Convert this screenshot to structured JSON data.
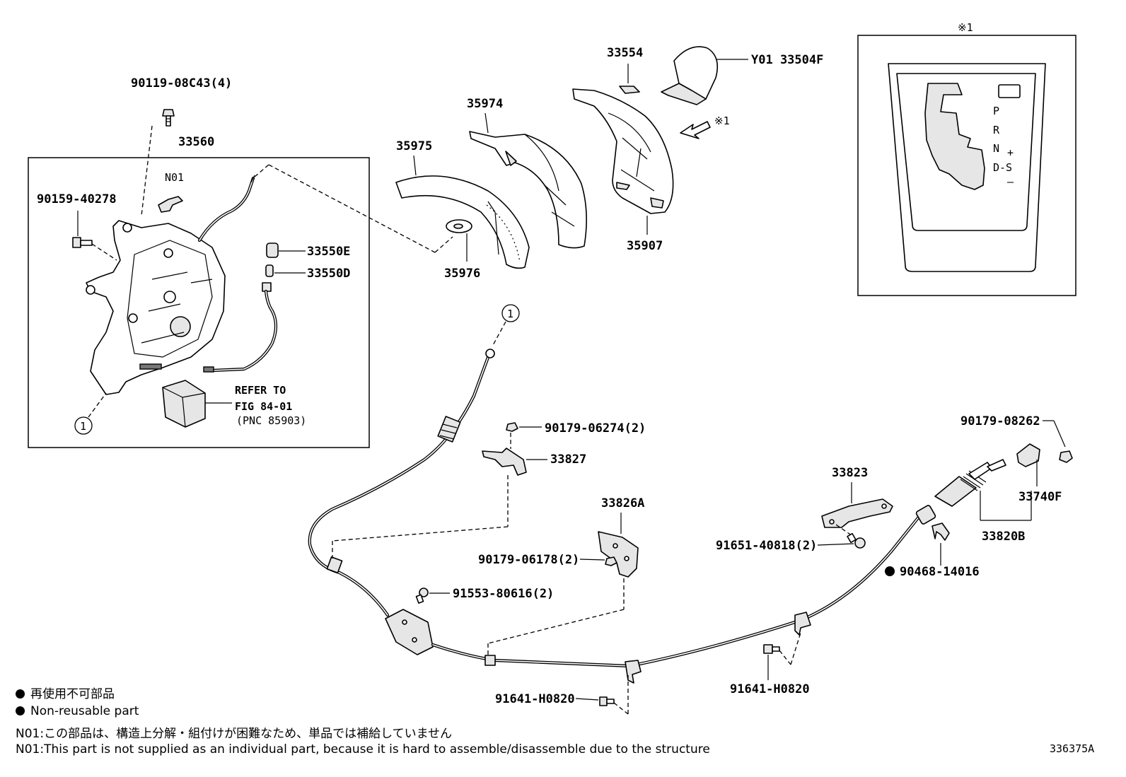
{
  "labels": {
    "p90119": "90119-08C43(4)",
    "p33560": "33560",
    "pN01": "N01",
    "p90159": "90159-40278",
    "p33550E": "33550E",
    "p33550D": "33550D",
    "refer1": "REFER TO",
    "refer2": "FIG 84-01",
    "refer3": "(PNC 85903)",
    "p35975": "35975",
    "p35974": "35974",
    "p35976": "35976",
    "p33554": "33554",
    "pY01": "Y01 33504F",
    "ref1": "※1",
    "p35907": "35907",
    "inset_ref": "※1",
    "p90179a": "90179-06274(2)",
    "p33827": "33827",
    "p33826A": "33826A",
    "p90179b": "90179-06178(2)",
    "p91553": "91553-80616(2)",
    "p33823": "33823",
    "p91651": "91651-40818(2)",
    "p90179c": "90179-08262",
    "p33740F": "33740F",
    "p33820B": "33820B",
    "p90468": "90468-14016",
    "p91641a": "91641-H0820",
    "p91641b": "91641-H0820",
    "circle1": "1",
    "circle2": "1",
    "figno": "336375A"
  },
  "shift_gate": {
    "p": "P",
    "r": "R",
    "n": "N",
    "plus": "+",
    "ds": "D-S",
    "minus": "–"
  },
  "legend": {
    "ja": "再使用不可部品",
    "en": "Non-reusable part",
    "n01_ja": "N01:この部品は、構造上分解・組付けが困難なため、単品では補給していません",
    "n01_en": "N01:This part is not supplied as an individual part, because it is hard to assemble/disassemble due to the structure"
  }
}
